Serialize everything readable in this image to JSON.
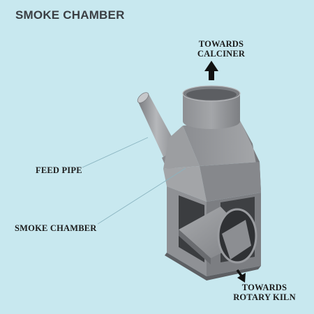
{
  "diagram": {
    "title": "SMOKE CHAMBER",
    "labels": {
      "towards_calciner": [
        "TOWARDS",
        "CALCINER"
      ],
      "feed_pipe": "FEED PIPE",
      "smoke_chamber": "SMOKE CHAMBER",
      "towards_rotary_kiln": [
        "TOWARDS",
        "ROTARY KILN"
      ]
    },
    "colors": {
      "background": "#c8e8ef",
      "metal_light": "#a9abae",
      "metal_mid": "#8e9094",
      "metal_dark": "#6c6e72",
      "arrow": "#111111",
      "leader_line": "#8ab4c0"
    }
  }
}
